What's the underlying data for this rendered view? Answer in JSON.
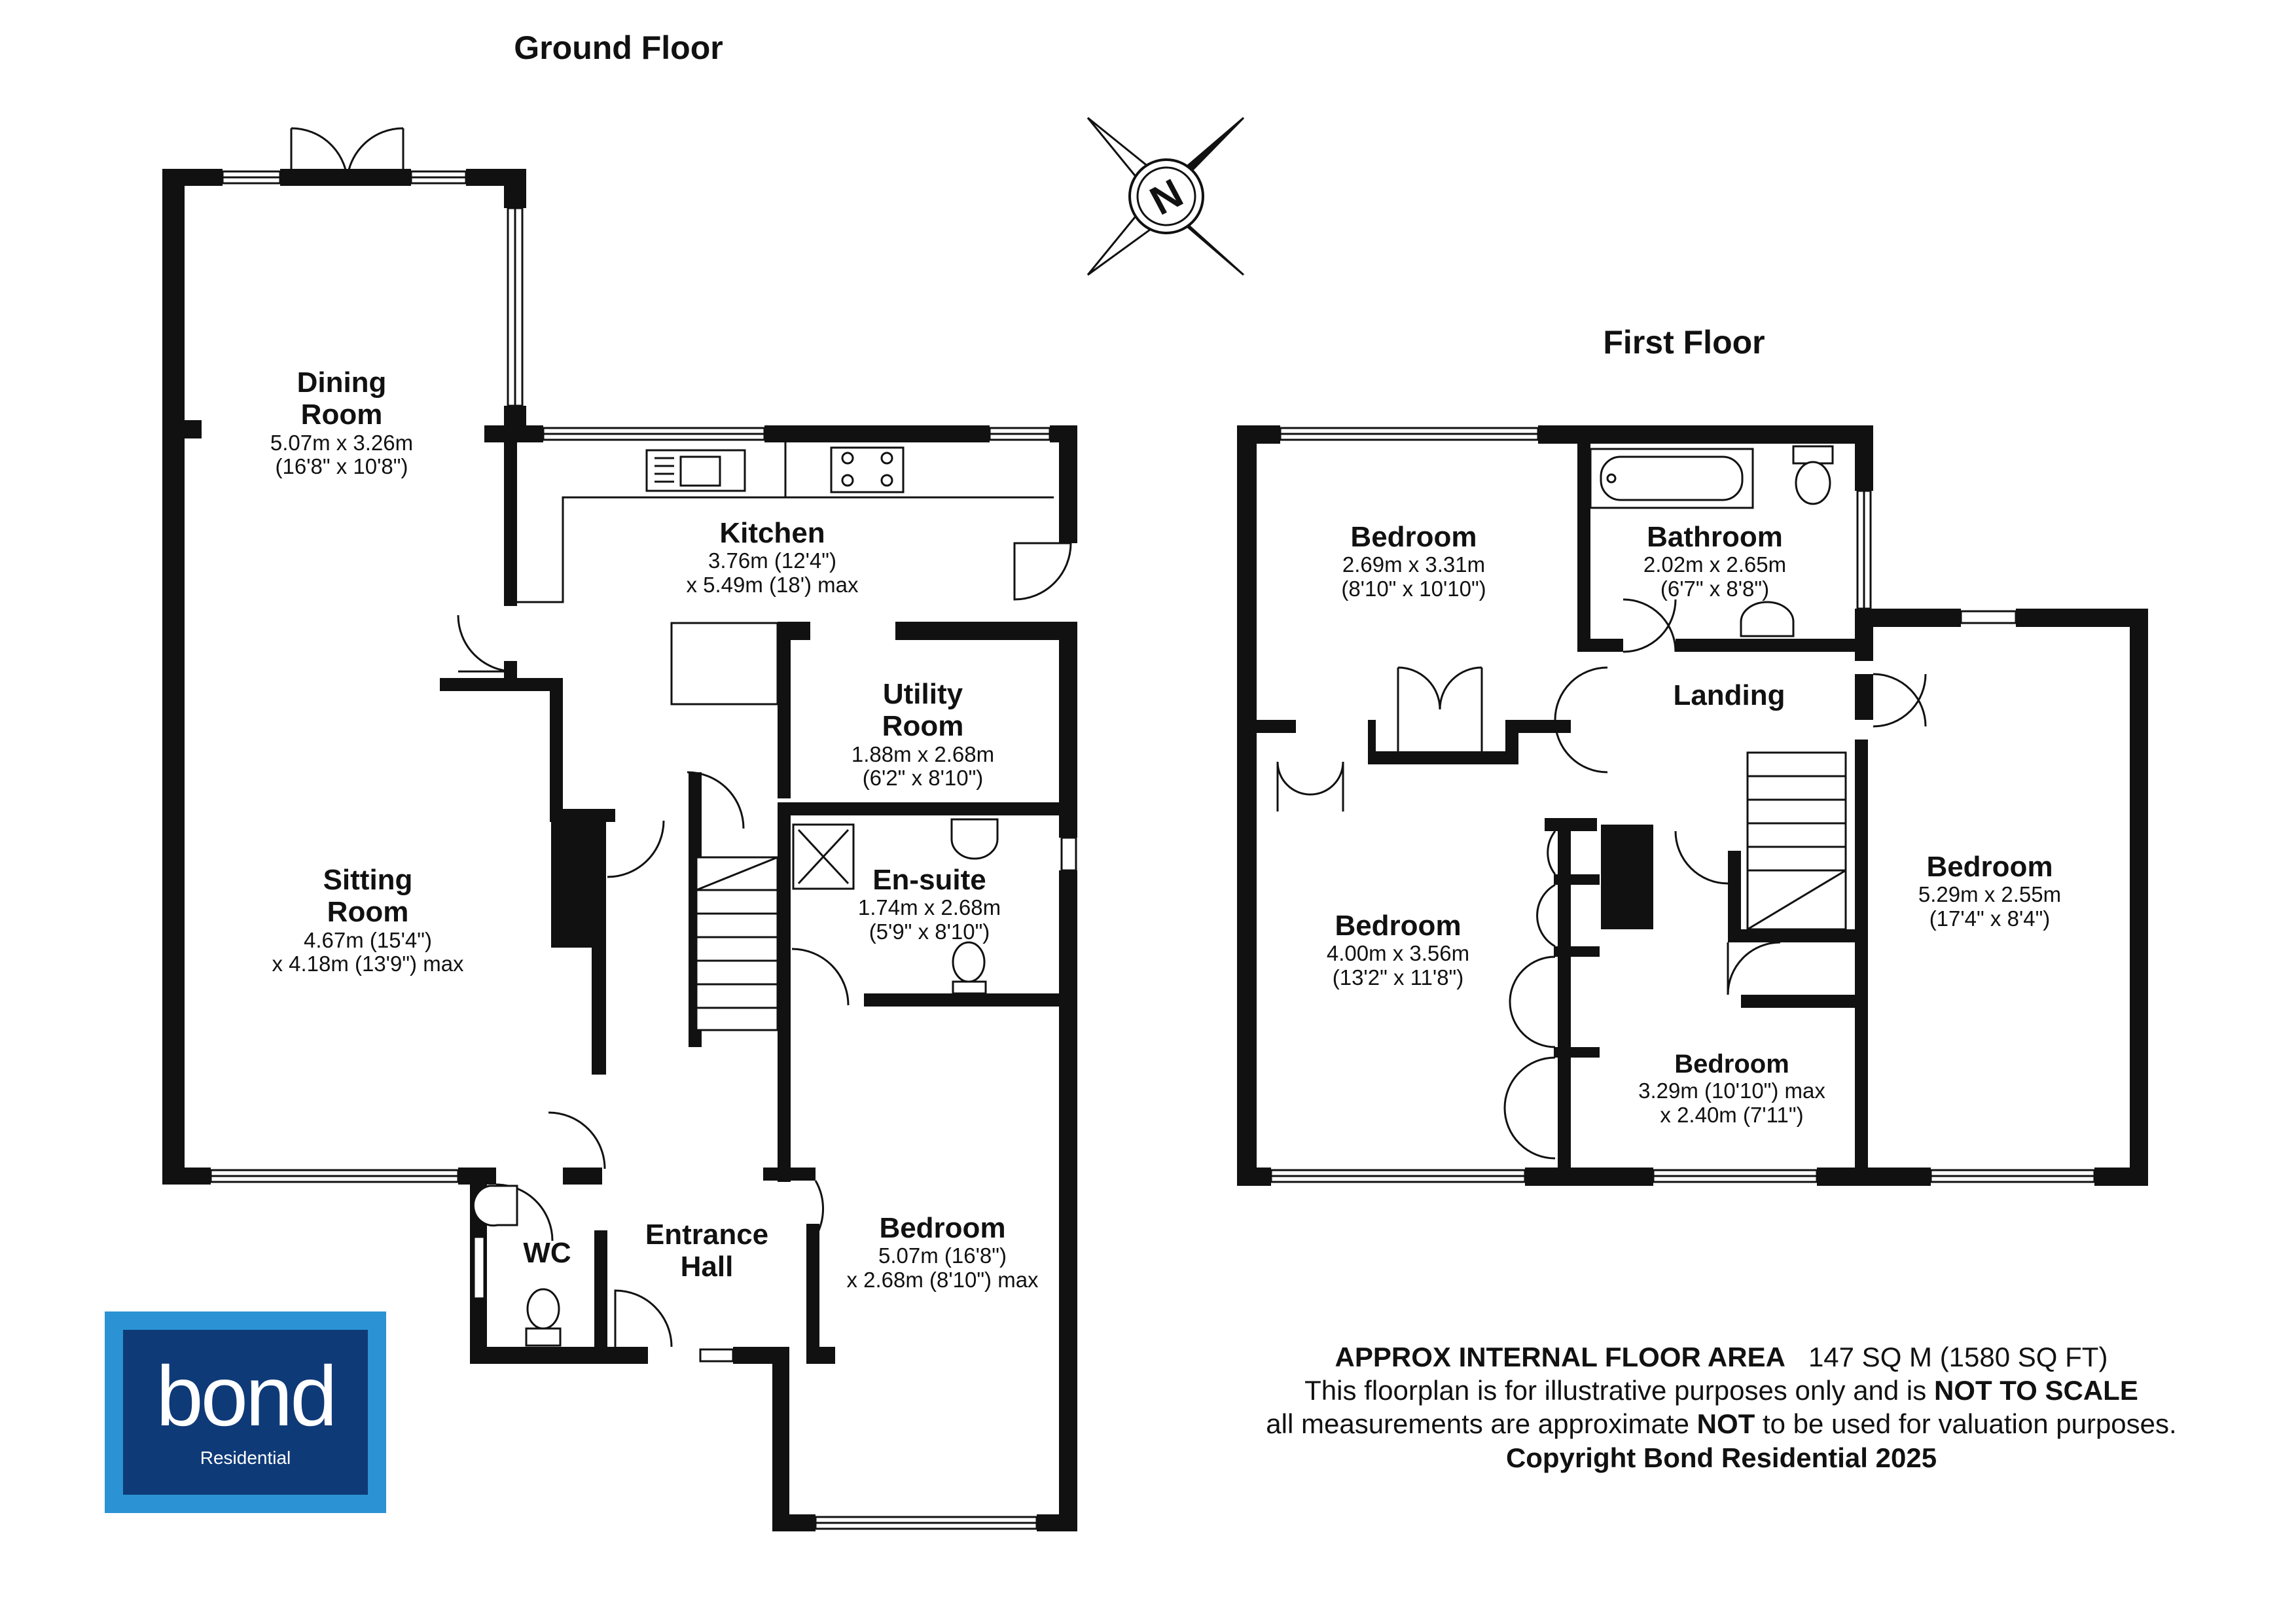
{
  "ground_floor": {
    "title": "Ground Floor",
    "rooms": [
      {
        "id": "dining-room",
        "lines": [
          "Dining",
          "Room"
        ],
        "dims": [
          "5.07m x 3.26m",
          "(16'8\" x 10'8\")"
        ]
      },
      {
        "id": "kitchen",
        "lines": [
          "Kitchen"
        ],
        "dims": [
          "3.76m (12'4\")",
          "x 5.49m (18') max"
        ]
      },
      {
        "id": "utility-room",
        "lines": [
          "Utility",
          "Room"
        ],
        "dims": [
          "1.88m x 2.68m",
          "(6'2\" x 8'10\")"
        ]
      },
      {
        "id": "sitting-room",
        "lines": [
          "Sitting",
          "Room"
        ],
        "dims": [
          "4.67m (15'4\")",
          "x 4.18m (13'9\") max"
        ]
      },
      {
        "id": "en-suite",
        "lines": [
          "En-suite"
        ],
        "dims": [
          "1.74m x 2.68m",
          "(5'9\" x 8'10\")"
        ]
      },
      {
        "id": "wc",
        "lines": [
          "WC"
        ],
        "dims": []
      },
      {
        "id": "entrance-hall",
        "lines": [
          "Entrance",
          "Hall"
        ],
        "dims": []
      },
      {
        "id": "bedroom-ground",
        "lines": [
          "Bedroom"
        ],
        "dims": [
          "5.07m (16'8\")",
          "x 2.68m (8'10\") max"
        ]
      }
    ]
  },
  "first_floor": {
    "title": "First Floor",
    "rooms": [
      {
        "id": "bedroom-front-left",
        "lines": [
          "Bedroom"
        ],
        "dims": [
          "2.69m x 3.31m",
          "(8'10\" x 10'10\")"
        ]
      },
      {
        "id": "bathroom",
        "lines": [
          "Bathroom"
        ],
        "dims": [
          "2.02m x 2.65m",
          "(6'7\" x 8'8\")"
        ]
      },
      {
        "id": "landing",
        "lines": [
          "Landing"
        ],
        "dims": []
      },
      {
        "id": "bedroom-rear-left",
        "lines": [
          "Bedroom"
        ],
        "dims": [
          "4.00m x 3.56m",
          "(13'2\" x 11'8\")"
        ]
      },
      {
        "id": "bedroom-right",
        "lines": [
          "Bedroom"
        ],
        "dims": [
          "5.29m x 2.55m",
          "(17'4\" x 8'4\")"
        ]
      },
      {
        "id": "bedroom-small",
        "lines": [
          "Bedroom"
        ],
        "dims": [
          "3.29m (10'10\") max",
          "x 2.40m (7'11\")"
        ]
      }
    ]
  },
  "compass": {
    "label": "N"
  },
  "footer": {
    "area_label": "APPROX INTERNAL FLOOR AREA",
    "area_value": "147 SQ M (1580 SQ FT)",
    "line2_a": "This floorplan is for illustrative purposes only and is",
    "line2_b": "NOT TO SCALE",
    "line3_a": "all measurements are approximate",
    "line3_b": "NOT",
    "line3_c": "to be used for valuation purposes.",
    "copyright": "Copyright Bond Residential 2025"
  },
  "logo": {
    "word": "bond",
    "sub": "Residential"
  },
  "colors": {
    "wall": "#111111",
    "logo_outer": "#2b93d3",
    "logo_inner": "#0f3a78"
  }
}
